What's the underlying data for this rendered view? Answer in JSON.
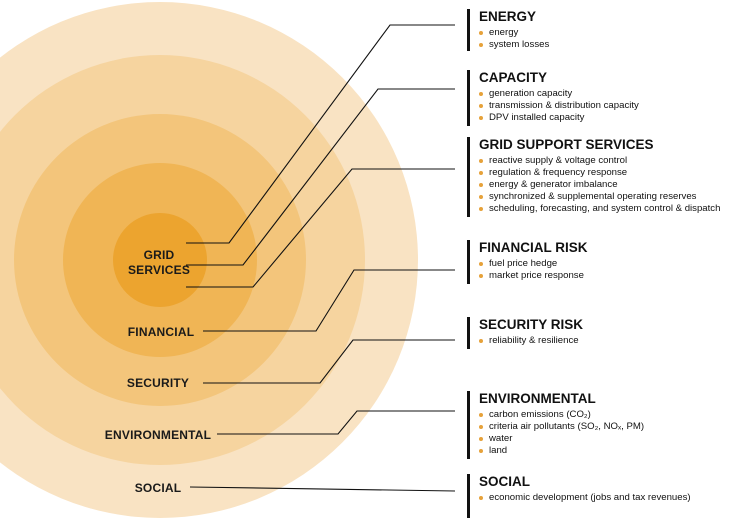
{
  "rings": [
    {
      "label_lines": [
        "GRID",
        "SERVICES"
      ],
      "color": "#eca42f"
    },
    {
      "label_lines": [
        "FINANCIAL"
      ],
      "color": "#f0b555"
    },
    {
      "label_lines": [
        "SECURITY"
      ],
      "color": "#f3c57b"
    },
    {
      "label_lines": [
        "ENVIRONMENTAL"
      ],
      "color": "#f6d49f"
    },
    {
      "label_lines": [
        "SOCIAL"
      ],
      "color": "#f9e3c3"
    }
  ],
  "panels": [
    {
      "title": "ENERGY",
      "items": [
        "energy",
        "system losses"
      ]
    },
    {
      "title": "CAPACITY",
      "items": [
        "generation capacity",
        "transmission & distribution capacity",
        "DPV installed capacity"
      ]
    },
    {
      "title": "GRID SUPPORT SERVICES",
      "items": [
        "reactive supply & voltage control",
        "regulation & frequency response",
        "energy & generator imbalance",
        "synchronized & supplemental operating reserves",
        "scheduling, forecasting, and system control & dispatch"
      ]
    },
    {
      "title": "FINANCIAL RISK",
      "items": [
        "fuel price hedge",
        "market price response"
      ]
    },
    {
      "title": "SECURITY RISK",
      "items": [
        "reliability & resilience"
      ]
    },
    {
      "title": "ENVIRONMENTAL",
      "items": [
        "carbon emissions (CO₂)",
        "criteria air pollutants (SO₂, NOₓ, PM)",
        "water",
        "land"
      ]
    },
    {
      "title": "SOCIAL",
      "items": [
        "economic development (jobs and tax revenues)"
      ]
    }
  ],
  "colors": {
    "bullet": "#e6a23a",
    "connector": "#111111"
  }
}
